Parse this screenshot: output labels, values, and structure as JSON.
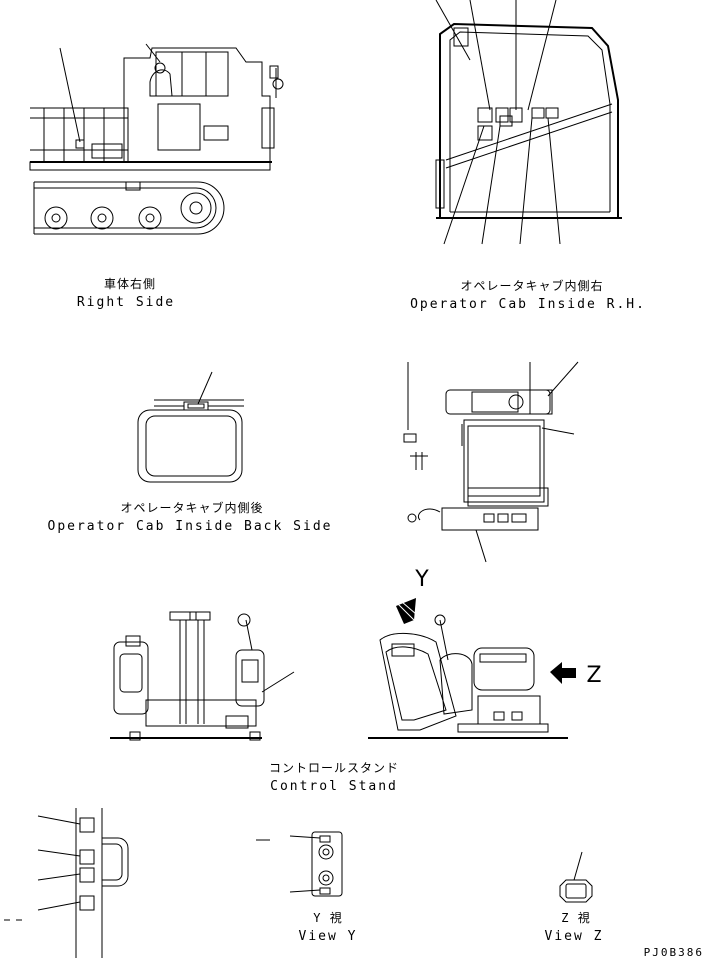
{
  "views": {
    "right_side": {
      "jp": "車体右側",
      "en": "Right Side"
    },
    "cab_inside_rh": {
      "jp": "オペレータキャブ内側右",
      "en": "Operator Cab Inside R.H."
    },
    "cab_inside_back": {
      "jp": "オペレータキャブ内側後",
      "en": "Operator Cab Inside Back Side"
    },
    "control_stand": {
      "jp": "コントロールスタンド",
      "en": "Control Stand"
    },
    "view_y": {
      "jp": "Y 視",
      "en": "View Y"
    },
    "view_z": {
      "jp": "Z 視",
      "en": "View Z"
    }
  },
  "markers": {
    "y": "Y",
    "z": "Z"
  },
  "drawing_number": "PJ0B386"
}
